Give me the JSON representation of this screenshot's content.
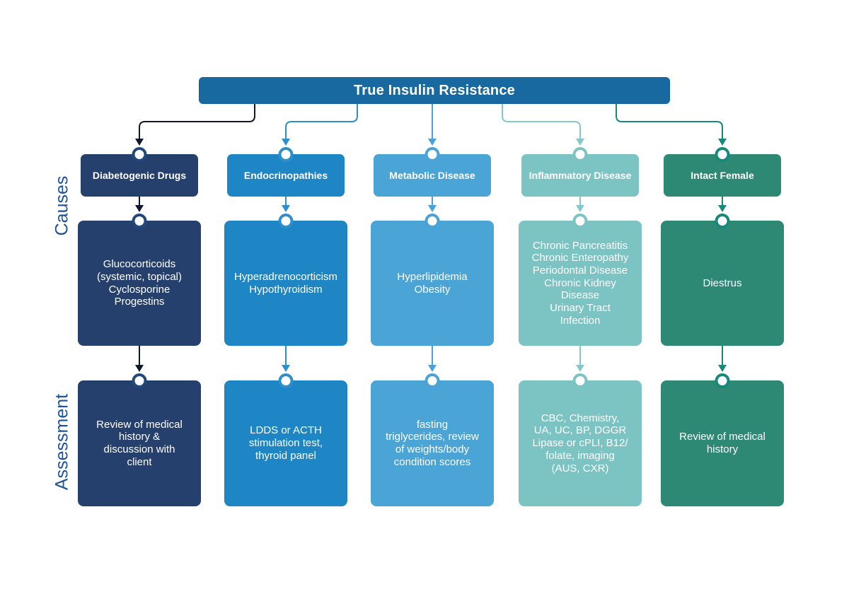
{
  "title": "True Insulin Resistance",
  "row_labels": {
    "causes": "Causes",
    "assessment": "Assessment"
  },
  "palette": {
    "background": "#ffffff",
    "title_bg": "#17699f",
    "row_label_text": "#1d5296"
  },
  "columns": [
    {
      "header": "Diabetogenic Drugs",
      "causes": "Glucocorticoids\n(systemic, topical)\nCyclosporine\nProgestins",
      "assessment": "Review of medical\nhistory &\ndiscussion with\nclient",
      "colors": {
        "box": "#25406d",
        "line": "#10192b",
        "ring": "#20487e"
      }
    },
    {
      "header": "Endocrinopathies",
      "causes": "Hyperadrenocorticism\nHypothyroidism",
      "assessment": "LDDS or ACTH\nstimulation test,\nthyroid panel",
      "colors": {
        "box": "#1f86c5",
        "line": "#2e8fcb",
        "ring": "#2e8fcb"
      }
    },
    {
      "header": "Metabolic Disease",
      "causes": "Hyperlipidemia\nObesity",
      "assessment": "fasting\ntriglycerides, review\nof weights/body\ncondition scores",
      "colors": {
        "box": "#4ba4d6",
        "line": "#4aa2d7",
        "ring": "#4aa2d7"
      }
    },
    {
      "header": "Inflammatory Disease",
      "causes": "Chronic Pancreatitis\nChronic Enteropathy\nPeriodontal Disease\nChronic Kidney\nDisease\nUrinary Tract\nInfection",
      "assessment": "CBC, Chemistry,\nUA, UC, BP, DGGR\nLipase or cPLI, B12/\nfolate, imaging\n(AUS, CXR)",
      "colors": {
        "box": "#7cc3c4",
        "line": "#85c8ca",
        "ring": "#7cc3c4"
      }
    },
    {
      "header": "Intact Female",
      "causes": "Diestrus",
      "assessment": "Review of medical\nhistory",
      "colors": {
        "box": "#2d8973",
        "line": "#17897b",
        "ring": "#17897b"
      }
    }
  ]
}
